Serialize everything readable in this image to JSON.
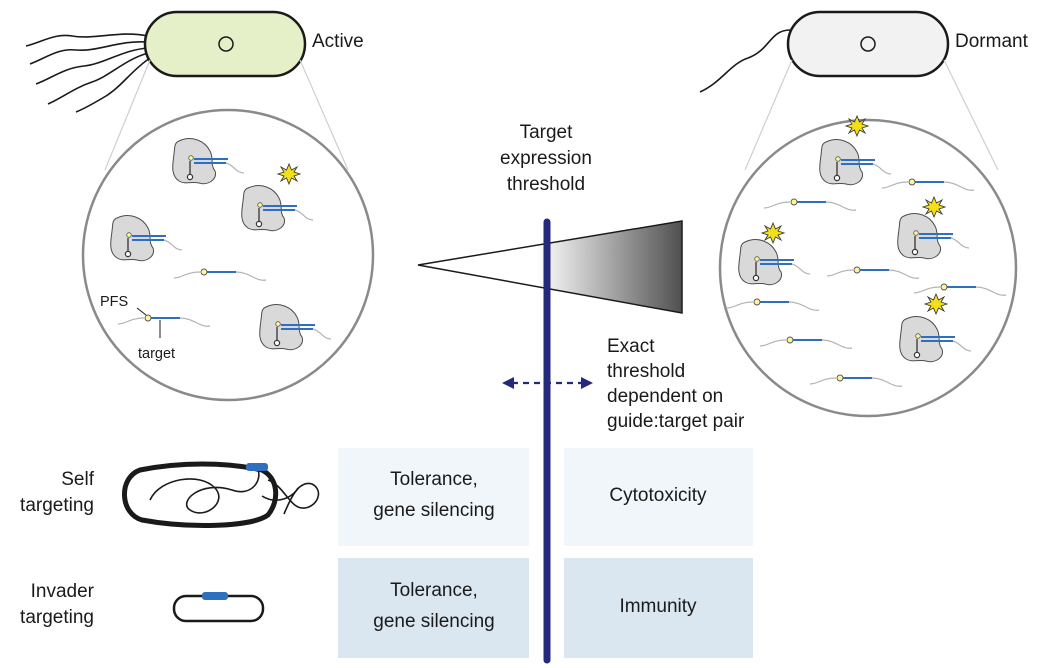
{
  "cells": {
    "active_label": "Active",
    "dormant_label": "Dormant"
  },
  "threshold": {
    "title_lines": [
      "Target",
      "expression",
      "threshold"
    ],
    "note_lines": [
      "Exact",
      "threshold",
      "dependent on",
      "guide:target pair"
    ]
  },
  "annotations": {
    "pfs_label": "PFS",
    "target_label": "target"
  },
  "rows": [
    {
      "label_lines": [
        "Self",
        "targeting"
      ],
      "below_threshold_lines": [
        "Tolerance,",
        "gene silencing"
      ],
      "above_threshold_lines": [
        "Cytotoxicity"
      ]
    },
    {
      "label_lines": [
        "Invader",
        "targeting"
      ],
      "below_threshold_lines": [
        "Tolerance,",
        "gene silencing"
      ],
      "above_threshold_lines": [
        "Immunity"
      ]
    }
  ],
  "colors": {
    "active_cell": "#e6f0c8",
    "dormant_cell": "#f2f2f2",
    "threshold_bar": "#232a7c",
    "guide_rna": "#2f6fbf",
    "row1_box": "#f1f6fa",
    "row2_box": "#dae7f1",
    "spark": "#f3e01a"
  },
  "icons": [
    "cas-complex-icon",
    "spark-icon",
    "pfs-marker-icon",
    "flagella-icon"
  ]
}
